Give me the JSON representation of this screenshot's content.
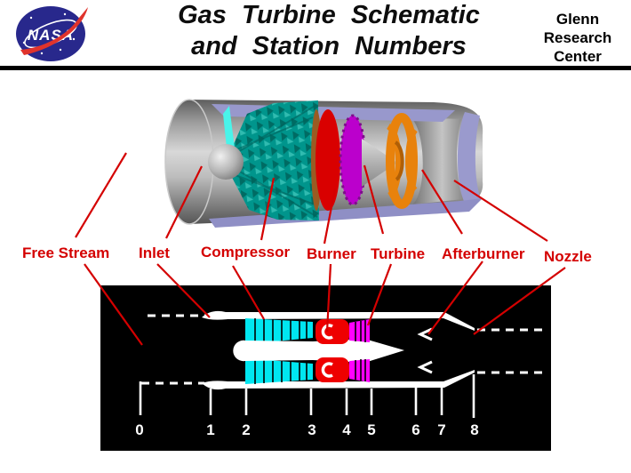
{
  "header": {
    "logo_text": "NASA",
    "title_line1": "Gas Turbine Schematic",
    "title_line2": "and Station Numbers",
    "org_line1": "Glenn",
    "org_line2": "Research",
    "org_line3": "Center"
  },
  "engine_labels": {
    "free_stream": "Free Stream",
    "inlet": "Inlet",
    "compressor": "Compressor",
    "burner": "Burner",
    "turbine": "Turbine",
    "afterburner": "Afterburner",
    "nozzle": "Nozzle"
  },
  "stations": [
    "0",
    "1",
    "2",
    "3",
    "4",
    "5",
    "6",
    "7",
    "8"
  ],
  "colors": {
    "annotation_red": "#d40000",
    "schematic_cyan": "#00e6f0",
    "schematic_burner_red": "#ee0000",
    "schematic_turbine_magenta": "#ff00ff",
    "afterburner_orange": "#e8820c",
    "nacelle_lavender": "#9898cc",
    "panel_black": "#000000",
    "schematic_white": "#ffffff",
    "nasa_blue": "#28288c",
    "nasa_swoosh_red": "#e0332c"
  }
}
